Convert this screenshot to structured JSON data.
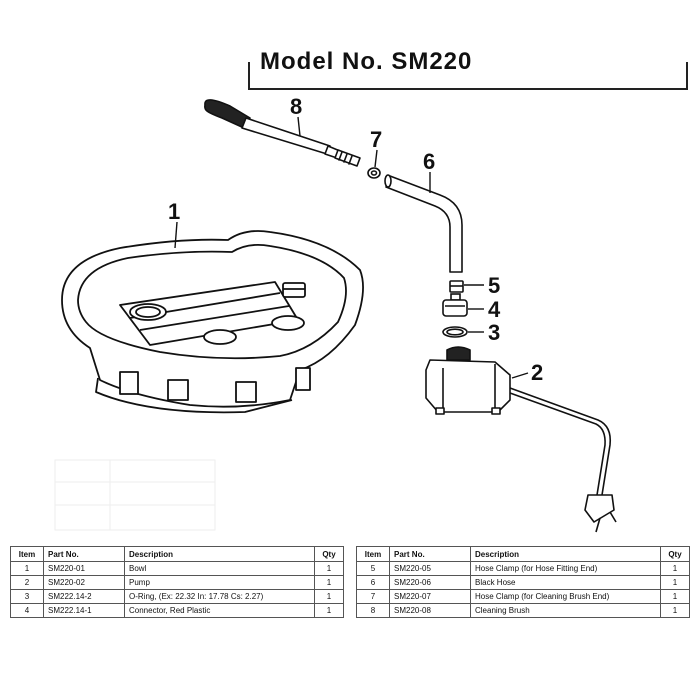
{
  "header": {
    "model_text": "Model No. SM220"
  },
  "callouts": [
    "1",
    "2",
    "3",
    "4",
    "5",
    "6",
    "7",
    "8"
  ],
  "table": {
    "columns": [
      "Item",
      "Part No.",
      "Description",
      "Qty"
    ],
    "left_rows": [
      {
        "item": "1",
        "part": "SM220-01",
        "desc": "Bowl",
        "qty": "1"
      },
      {
        "item": "2",
        "part": "SM220-02",
        "desc": "Pump",
        "qty": "1"
      },
      {
        "item": "3",
        "part": "SM222.14-2",
        "desc": "O-Ring, (Ex: 22.32 In: 17.78 Cs: 2.27)",
        "qty": "1"
      },
      {
        "item": "4",
        "part": "SM222.14-1",
        "desc": "Connector, Red Plastic",
        "qty": "1"
      }
    ],
    "right_rows": [
      {
        "item": "5",
        "part": "SM220-05",
        "desc": "Hose Clamp (for Hose Fitting End)",
        "qty": "1"
      },
      {
        "item": "6",
        "part": "SM220-06",
        "desc": "Black Hose",
        "qty": "1"
      },
      {
        "item": "7",
        "part": "SM220-07",
        "desc": "Hose Clamp (for Cleaning Brush End)",
        "qty": "1"
      },
      {
        "item": "8",
        "part": "SM220-08",
        "desc": "Cleaning Brush",
        "qty": "1"
      }
    ]
  }
}
